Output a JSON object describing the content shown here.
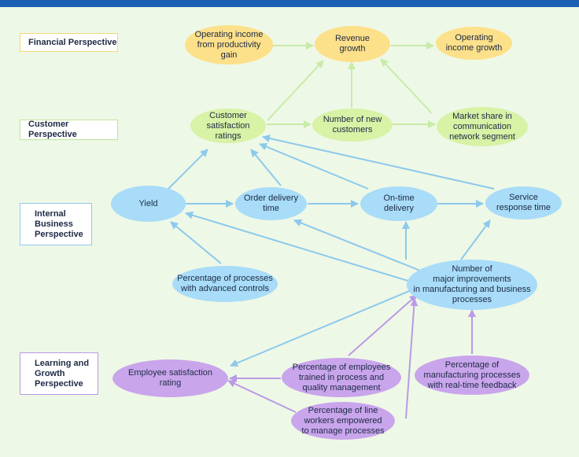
{
  "colors": {
    "topbar": "#1a5fb4",
    "background": "#eef8e6",
    "financial": "#fde08a",
    "customer": "#d8f2a6",
    "internal": "#a8dcf8",
    "learning": "#c9a5ec",
    "arrow_green": "#c8eba8",
    "arrow_blue": "#8cc9ec",
    "arrow_purple": "#b99ae6"
  },
  "perspectives": {
    "financial": "Financial Perspective",
    "customer": "Customer Perspective",
    "internal": "Internal\nBusiness\nPerspective",
    "learning": "Learning and\nGrowth\nPerspective"
  },
  "nodes": {
    "operating_income_productivity": "Operating income\nfrom productivity\ngain",
    "revenue_growth": "Revenue\ngrowth",
    "operating_income_growth": "Operating\nincome growth",
    "customer_satisfaction": "Customer\nsatisfaction\nratings",
    "new_customers": "Number of new\ncustomers",
    "market_share": "Market share in\ncommunication\nnetwork segment",
    "yield": "Yield",
    "order_delivery_time": "Order delivery\ntime",
    "on_time_delivery": "On-time\ndelivery",
    "service_response_time": "Service\nresponse time",
    "advanced_controls": "Percentage of processes\nwith advanced controls",
    "major_improvements": "Number of\nmajor improvements\nin manufacturing and business\nprocesses",
    "employee_satisfaction": "Employee satisfaction\nrating",
    "employees_trained": "Percentage of employees\ntrained in process and\nquality management",
    "line_workers_empowered": "Percentage of line\nworkers empowered\nto manage processes",
    "realtime_feedback": "Percentage of\nmanufacturing processes\nwith real-time feedback"
  }
}
